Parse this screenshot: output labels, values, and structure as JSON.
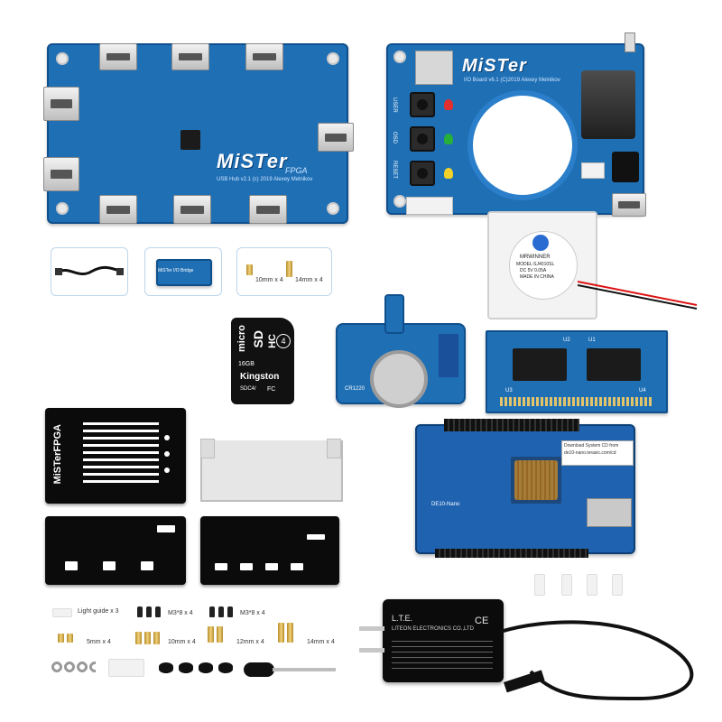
{
  "usb_hub": {
    "logo": "MiSTer",
    "logo_sub": "FPGA",
    "fineprint": "USB Hub v2.1 (c) 2019 Alexey Melnikov"
  },
  "io_board": {
    "logo": "MiSTer",
    "fineprint": "I/O Board v6.1 (C)2019 Alexey Melnikov",
    "labels": [
      "USER",
      "OSD",
      "RESET"
    ]
  },
  "accessories": {
    "spacer_10": "10mm x 4",
    "spacer_14": "14mm x 4",
    "small_board_label": "MiSTer I/O Bridge"
  },
  "fan": {
    "brand": "MRWINNER",
    "model": "MODEL:SJ4010SL",
    "rating": "DC 5V  0.05A",
    "made_in": "MADE IN CHINA"
  },
  "sd_card": {
    "line1": "micro",
    "line2": "SD",
    "line3": "HC",
    "brand": "Kingston",
    "cap": "16GB",
    "class": "4",
    "bottom_left": "SDC4/",
    "bottom_right": "FC"
  },
  "rtc_board": {
    "label": "CR1220"
  },
  "ram_board": {
    "u1": "U1",
    "u2": "U2",
    "u3": "U3",
    "u4": "U4"
  },
  "top_case": {
    "brand": "MiSTerFPGA"
  },
  "de10": {
    "tag_top": "Download System CD from",
    "tag_url": "de10-nano.terasic.com/cd",
    "board_label": "DE10-Nano"
  },
  "hardware": {
    "light_guide": "Light guide x 3",
    "m3_8_a": "M3*8 x 4",
    "m3_8_b": "M3*8 x 4",
    "spacer_5": "5mm x 4",
    "spacer_10": "10mm x 4",
    "spacer_12": "12mm x 4",
    "spacer_14": "14mm x 4"
  },
  "psu": {
    "brand": "L.T.E.",
    "company": "LITEON ELECTRONICS CO.,LTD",
    "badge": "CE"
  }
}
